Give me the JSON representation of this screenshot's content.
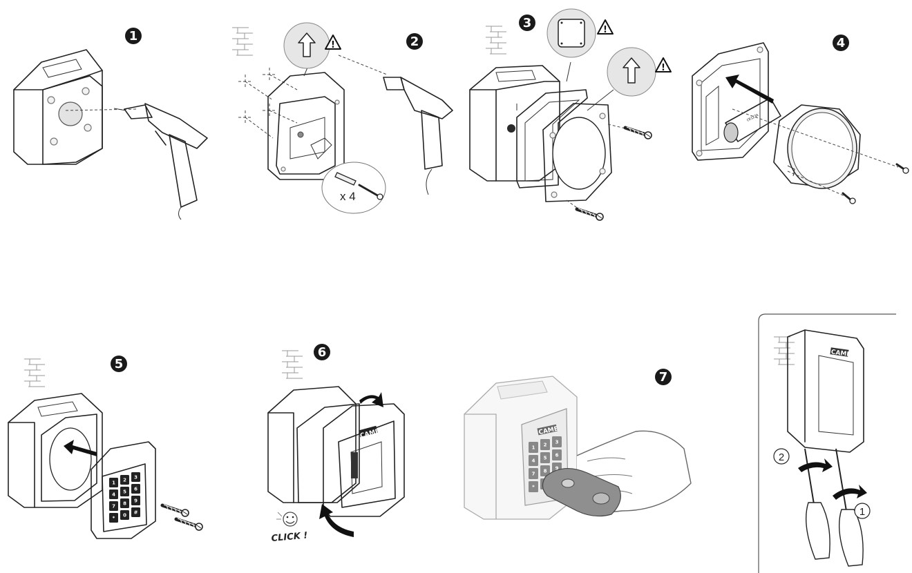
{
  "title": "",
  "steps": [
    {
      "id": 1,
      "badge": "1"
    },
    {
      "id": 2,
      "badge": "2",
      "quantity_label": "x 4"
    },
    {
      "id": 3,
      "badge": "3"
    },
    {
      "id": 4,
      "badge": "4",
      "battery_text": "CR123A"
    },
    {
      "id": 5,
      "badge": "5"
    },
    {
      "id": 6,
      "badge": "6",
      "click_label": "CLICK !"
    },
    {
      "id": 7,
      "badge": "7"
    }
  ],
  "warning_symbol": "!",
  "brand_text": "CAME",
  "keypad_keys": [
    "1",
    "2",
    "3",
    "4",
    "5",
    "6",
    "7",
    "8",
    "9",
    "*",
    "0",
    "#"
  ],
  "detail_panel": {
    "callout_1": "1",
    "callout_2": "2"
  },
  "icons": [
    "drill-icon",
    "warning-triangle-icon",
    "up-arrow-icon",
    "screw-icon",
    "wall-plug-icon",
    "smiley-icon",
    "screwdriver-icon"
  ],
  "colors": {
    "badge": "#1a1a1a",
    "line": "#222222",
    "fill_grey": "#e3e3e3"
  }
}
